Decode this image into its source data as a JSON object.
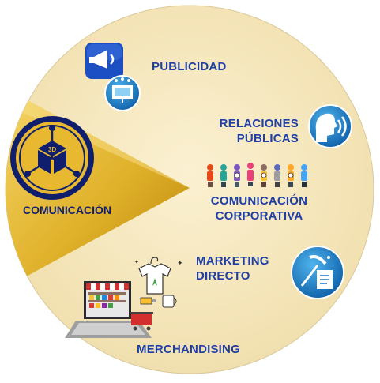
{
  "center": {
    "label": "COMUNICACIÓN",
    "icon": "3d-cube-network-icon"
  },
  "categories": [
    {
      "id": "publicidad",
      "label": "PUBLICIDAD",
      "icon": "megaphone-icon"
    },
    {
      "id": "relaciones",
      "label_line1": "RELACIONES",
      "label_line2": "PÚBLICAS",
      "icon": "speaking-head-icon"
    },
    {
      "id": "corporativa",
      "label_line1": "COMUNICACIÓN",
      "label_line2": "CORPORATIVA",
      "icon": "people-group-icon"
    },
    {
      "id": "marketing",
      "label_line1": "MARKETING",
      "label_line2": "DIRECTO",
      "icon": "pickaxe-document-icon"
    },
    {
      "id": "merchandising",
      "label": "MERCHANDISING",
      "icon": "laptop-store-icon"
    }
  ],
  "colors": {
    "circle_fill": "#f6e8bf",
    "circle_border": "#ffffff",
    "wedge_gold": "#e2b72b",
    "text_blue": "#1f3fa6",
    "center_navy": "#0f1f6e",
    "icon_blue": "#1a73c8"
  }
}
